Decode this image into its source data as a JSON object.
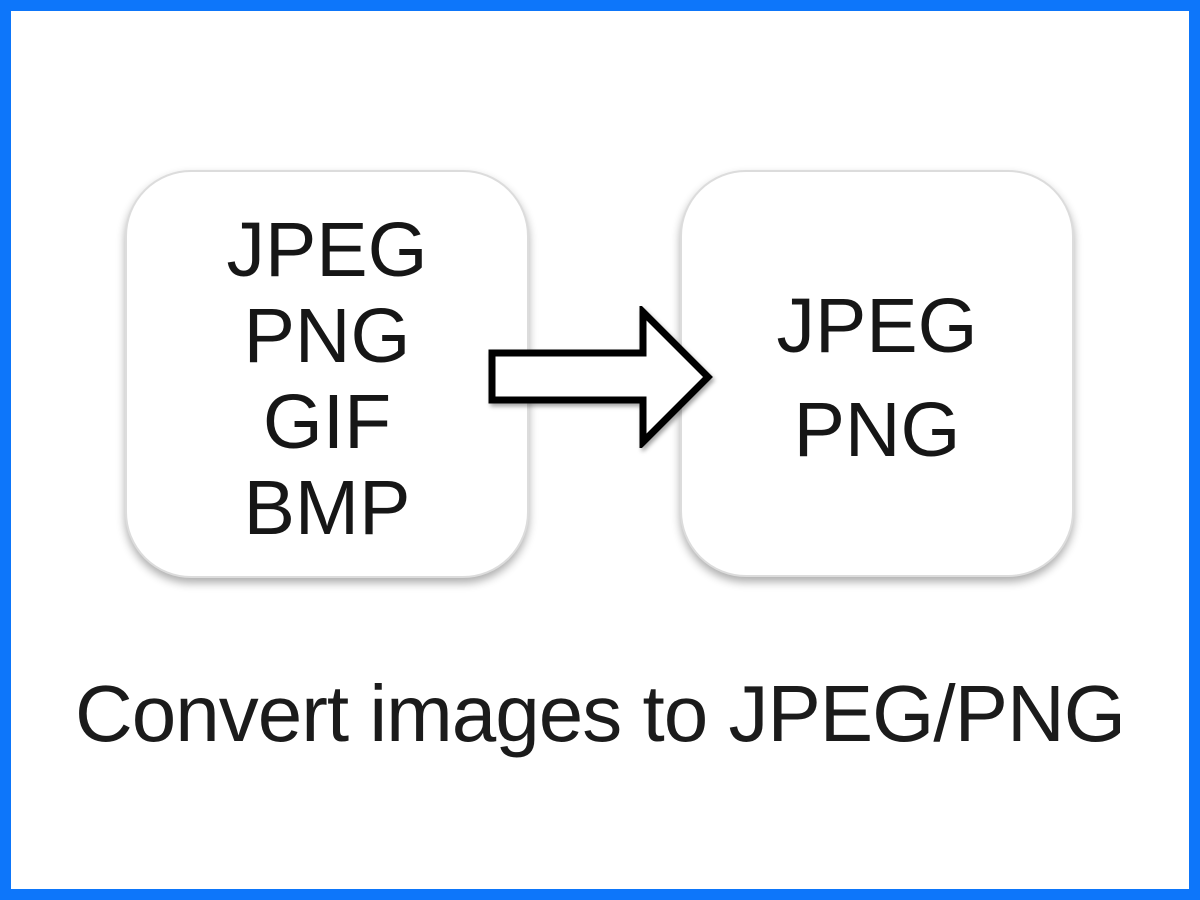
{
  "colors": {
    "frame_border": "#0d76fa",
    "card_background": "#ffffff",
    "card_border": "#dcdcdc",
    "text": "#1b1b1b",
    "arrow_stroke": "#000000",
    "arrow_fill": "#ffffff"
  },
  "source_card": {
    "formats": [
      "JPEG",
      "PNG",
      "GIF",
      "BMP"
    ]
  },
  "target_card": {
    "formats": [
      "JPEG",
      "PNG"
    ]
  },
  "arrow": {
    "direction": "right"
  },
  "caption": "Convert images to JPEG/PNG"
}
